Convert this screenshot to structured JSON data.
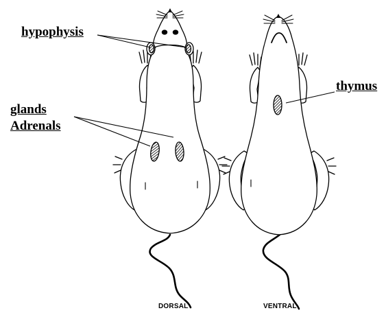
{
  "labels": {
    "hypophysis": "hypophysis",
    "thymus": "thymus",
    "glands": "glands",
    "adrenals": "Adrenals"
  },
  "captions": {
    "dorsal": "DORSAL",
    "ventral": "VENTRAL"
  },
  "colors": {
    "line": "#000000",
    "background": "#ffffff"
  }
}
